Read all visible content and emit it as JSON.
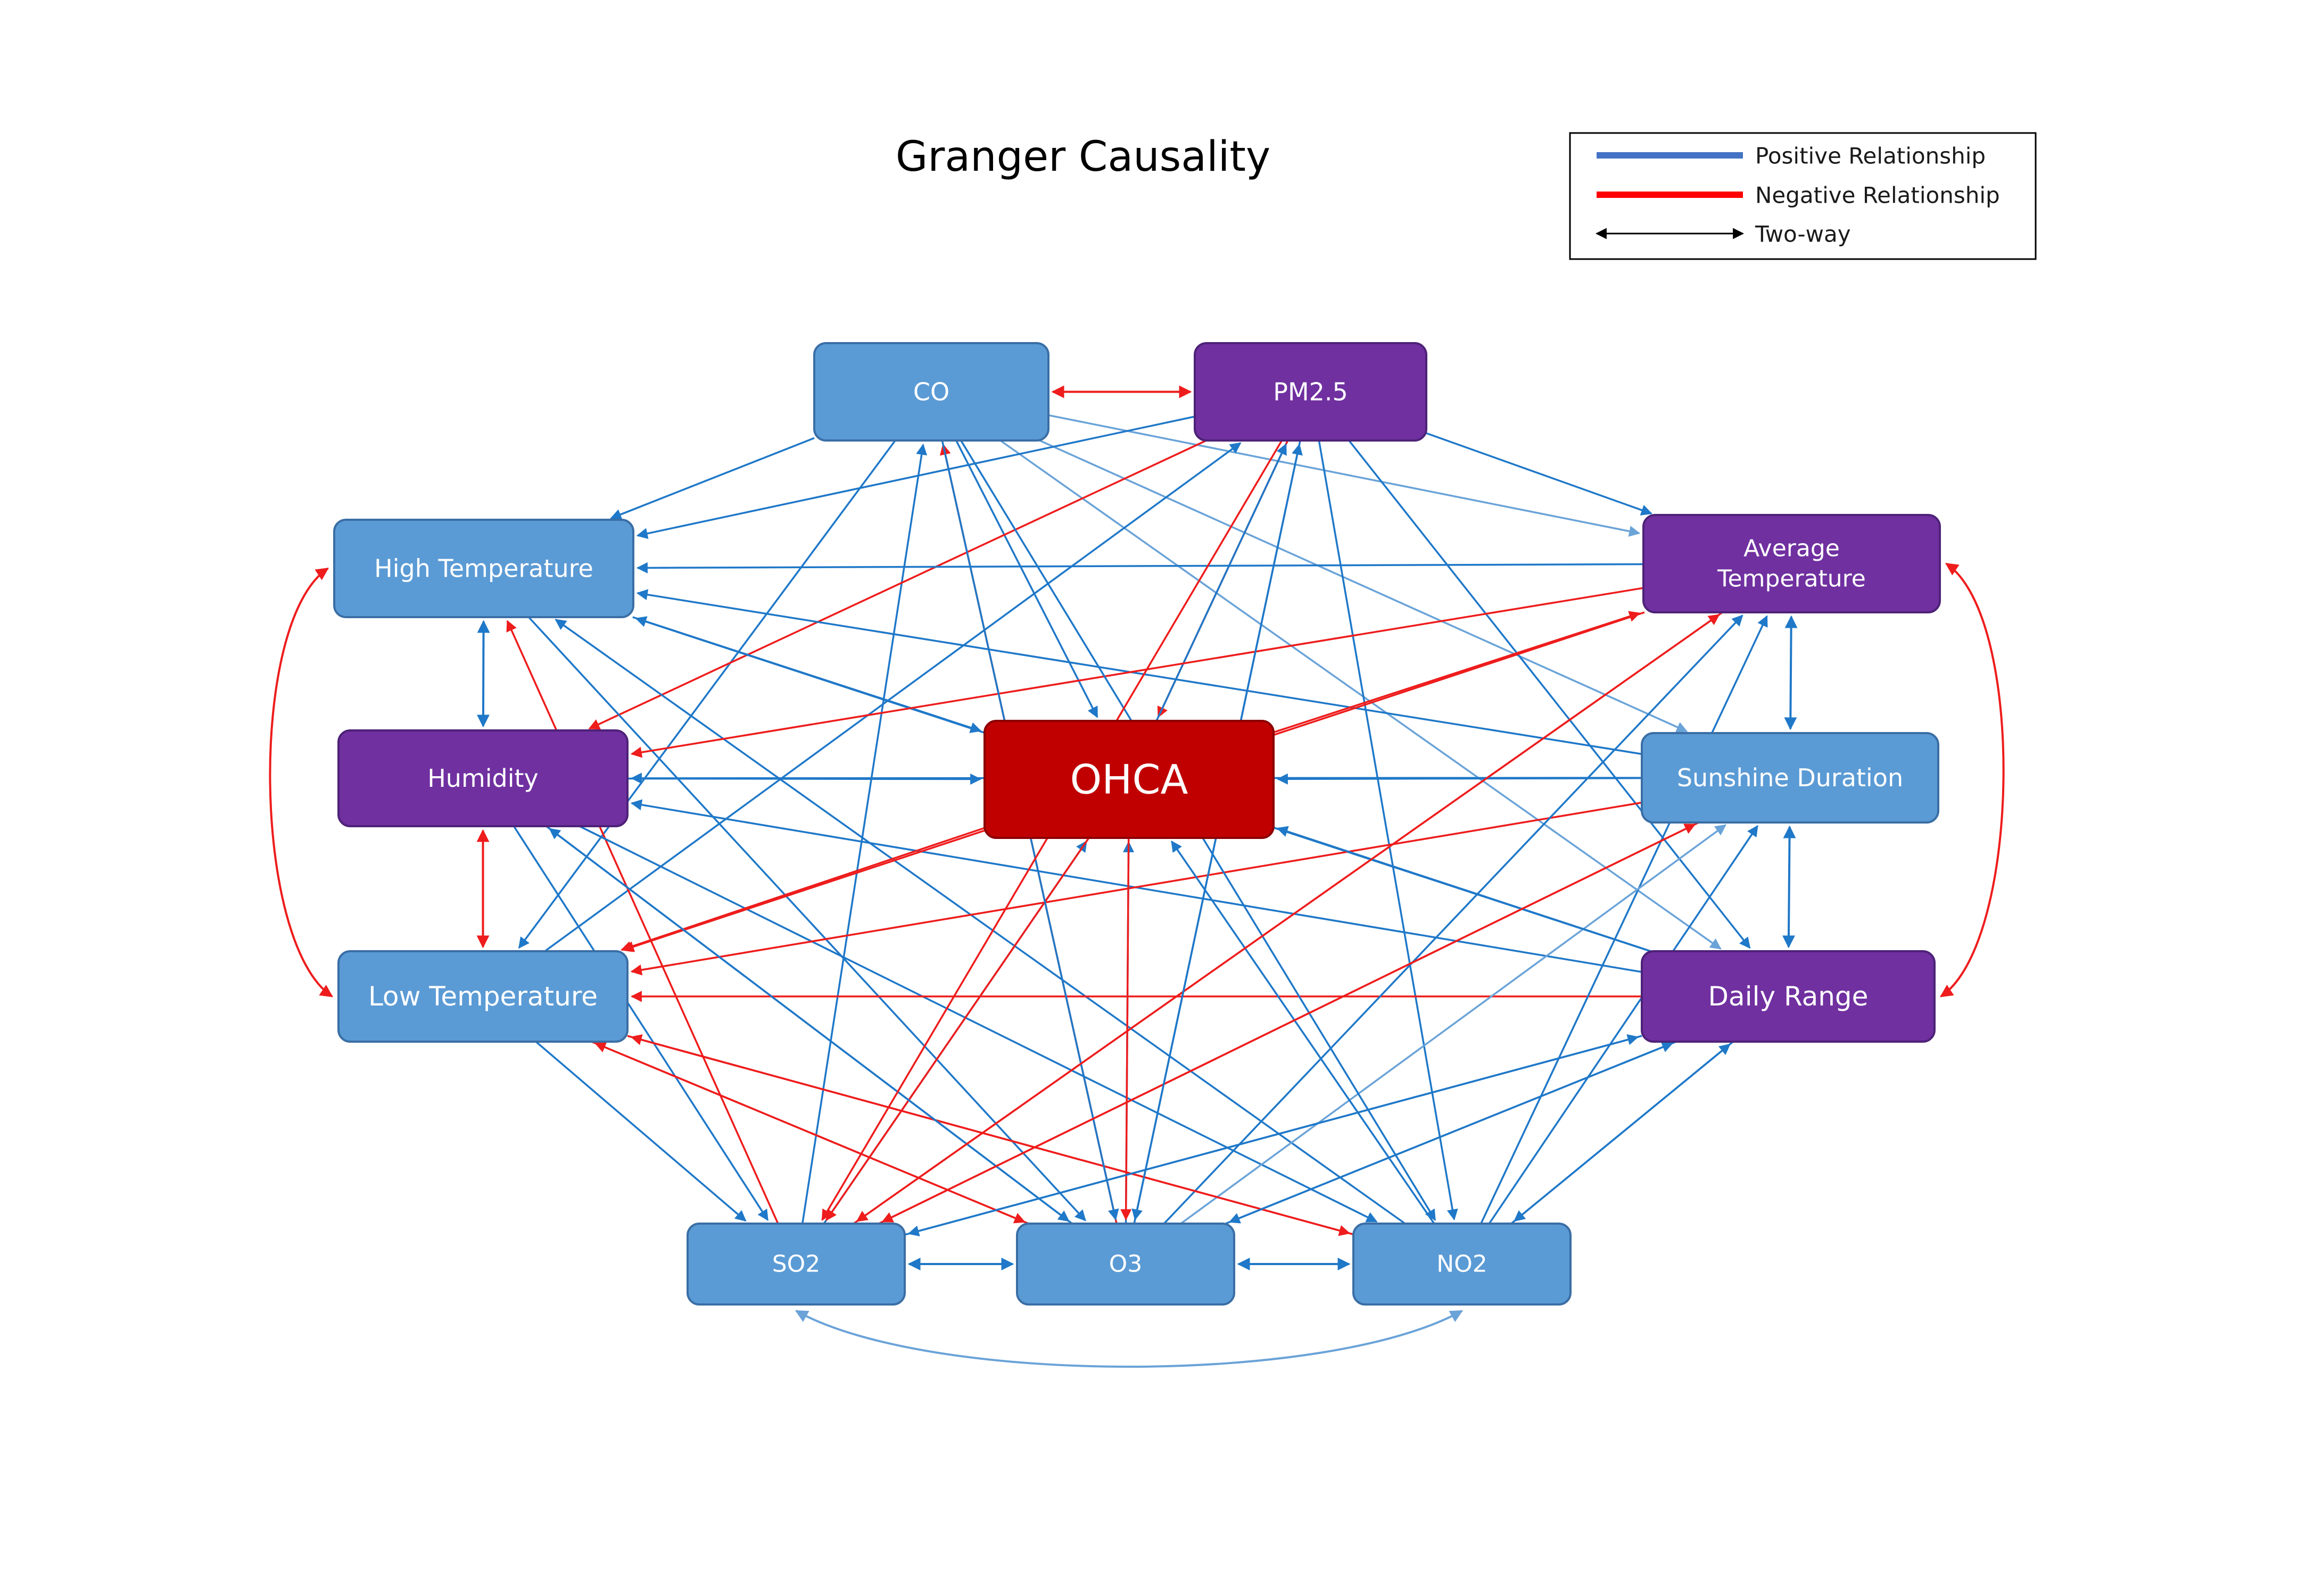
{
  "title": "Granger Causality",
  "colors": {
    "positive": "#1f78c8",
    "positive_light": "#6aa3d8",
    "negative": "#ee1c1c",
    "two_way": "#000000",
    "node_blue_fill": "#5b9bd5",
    "node_blue_stroke": "#3a6ea5",
    "node_purple_fill": "#7030a0",
    "node_purple_stroke": "#4e2278",
    "node_red_fill": "#c00000",
    "node_red_stroke": "#8b0000"
  },
  "legend": {
    "items": [
      {
        "label": "Positive Relationship",
        "style": "positive"
      },
      {
        "label": "Negative Relationship",
        "style": "negative"
      },
      {
        "label": "Two-way",
        "style": "two_way"
      }
    ]
  },
  "nodes": [
    {
      "id": "co",
      "lines": [
        "CO"
      ],
      "fill": "blue"
    },
    {
      "id": "pm25",
      "lines": [
        "PM2.5"
      ],
      "fill": "purple"
    },
    {
      "id": "hightemp",
      "lines": [
        "High Temperature"
      ],
      "fill": "blue"
    },
    {
      "id": "humidity",
      "lines": [
        "Humidity"
      ],
      "fill": "purple"
    },
    {
      "id": "lowtemp",
      "lines": [
        "Low Temperature"
      ],
      "fill": "blue"
    },
    {
      "id": "avgtemp",
      "lines": [
        "Average",
        "Temperature"
      ],
      "fill": "purple"
    },
    {
      "id": "sunshine",
      "lines": [
        "Sunshine Duration"
      ],
      "fill": "blue"
    },
    {
      "id": "dailyrange",
      "lines": [
        "Daily Range"
      ],
      "fill": "purple"
    },
    {
      "id": "ohca",
      "lines": [
        "OHCA"
      ],
      "fill": "red"
    },
    {
      "id": "so2",
      "lines": [
        "SO2"
      ],
      "fill": "blue"
    },
    {
      "id": "o3",
      "lines": [
        "O3"
      ],
      "fill": "blue"
    },
    {
      "id": "no2",
      "lines": [
        "NO2"
      ],
      "fill": "blue"
    }
  ],
  "edges": [
    {
      "from": "co",
      "to": "pm25",
      "sign": "negative",
      "two_way": true
    },
    {
      "from": "hightemp",
      "to": "humidity",
      "sign": "positive",
      "two_way": true
    },
    {
      "from": "humidity",
      "to": "lowtemp",
      "sign": "negative",
      "two_way": true
    },
    {
      "from": "avgtemp",
      "to": "sunshine",
      "sign": "positive",
      "two_way": true
    },
    {
      "from": "sunshine",
      "to": "dailyrange",
      "sign": "positive",
      "two_way": true
    },
    {
      "from": "so2",
      "to": "o3",
      "sign": "positive",
      "two_way": true
    },
    {
      "from": "o3",
      "to": "no2",
      "sign": "positive",
      "two_way": true
    },
    {
      "from": "hightemp",
      "to": "lowtemp",
      "sign": "negative",
      "two_way": true,
      "curve": "left"
    },
    {
      "from": "avgtemp",
      "to": "dailyrange",
      "sign": "negative",
      "two_way": true,
      "curve": "right"
    },
    {
      "from": "so2",
      "to": "no2",
      "sign": "positive_light",
      "two_way": true,
      "curve": "bottom"
    },
    {
      "from": "co",
      "to": "hightemp",
      "sign": "positive"
    },
    {
      "from": "co",
      "to": "lowtemp",
      "sign": "positive"
    },
    {
      "from": "co",
      "to": "avgtemp",
      "sign": "positive_light"
    },
    {
      "from": "co",
      "to": "sunshine",
      "sign": "positive_light"
    },
    {
      "from": "co",
      "to": "ohca",
      "sign": "positive"
    },
    {
      "from": "co",
      "to": "dailyrange",
      "sign": "positive_light"
    },
    {
      "from": "o3",
      "to": "co",
      "sign": "negative"
    },
    {
      "from": "so2",
      "to": "co",
      "sign": "positive"
    },
    {
      "from": "pm25",
      "to": "hightemp",
      "sign": "positive"
    },
    {
      "from": "pm25",
      "to": "humidity",
      "sign": "negative"
    },
    {
      "from": "pm25",
      "to": "ohca",
      "sign": "negative"
    },
    {
      "from": "pm25",
      "to": "avgtemp",
      "sign": "positive"
    },
    {
      "from": "pm25",
      "to": "dailyrange",
      "sign": "positive"
    },
    {
      "from": "pm25",
      "to": "no2",
      "sign": "positive"
    },
    {
      "from": "ohca",
      "to": "pm25",
      "sign": "positive"
    },
    {
      "from": "o3",
      "to": "pm25",
      "sign": "positive"
    },
    {
      "from": "lowtemp",
      "to": "pm25",
      "sign": "positive"
    },
    {
      "from": "avgtemp",
      "to": "hightemp",
      "sign": "positive"
    },
    {
      "from": "sunshine",
      "to": "hightemp",
      "sign": "positive"
    },
    {
      "from": "dailyrange",
      "to": "hightemp",
      "sign": "positive"
    },
    {
      "from": "hightemp",
      "to": "ohca",
      "sign": "positive"
    },
    {
      "from": "hightemp",
      "to": "o3",
      "sign": "positive"
    },
    {
      "from": "no2",
      "to": "hightemp",
      "sign": "positive"
    },
    {
      "from": "so2",
      "to": "hightemp",
      "sign": "negative"
    },
    {
      "from": "avgtemp",
      "to": "humidity",
      "sign": "negative"
    },
    {
      "from": "humidity",
      "to": "ohca",
      "sign": "positive"
    },
    {
      "from": "dailyrange",
      "to": "humidity",
      "sign": "positive"
    },
    {
      "from": "humidity",
      "to": "no2",
      "sign": "positive"
    },
    {
      "from": "humidity",
      "to": "so2",
      "sign": "positive"
    },
    {
      "from": "o3",
      "to": "humidity",
      "sign": "positive"
    },
    {
      "from": "sunshine",
      "to": "humidity",
      "sign": "positive"
    },
    {
      "from": "avgtemp",
      "to": "lowtemp",
      "sign": "negative"
    },
    {
      "from": "sunshine",
      "to": "lowtemp",
      "sign": "negative"
    },
    {
      "from": "dailyrange",
      "to": "lowtemp",
      "sign": "negative"
    },
    {
      "from": "ohca",
      "to": "lowtemp",
      "sign": "negative"
    },
    {
      "from": "no2",
      "to": "lowtemp",
      "sign": "negative"
    },
    {
      "from": "o3",
      "to": "lowtemp",
      "sign": "negative"
    },
    {
      "from": "lowtemp",
      "to": "so2",
      "sign": "positive"
    },
    {
      "from": "ohca",
      "to": "avgtemp",
      "sign": "negative"
    },
    {
      "from": "so2",
      "to": "avgtemp",
      "sign": "negative"
    },
    {
      "from": "o3",
      "to": "avgtemp",
      "sign": "positive"
    },
    {
      "from": "no2",
      "to": "avgtemp",
      "sign": "positive"
    },
    {
      "from": "sunshine",
      "to": "ohca",
      "sign": "positive"
    },
    {
      "from": "so2",
      "to": "sunshine",
      "sign": "negative"
    },
    {
      "from": "o3",
      "to": "sunshine",
      "sign": "positive_light"
    },
    {
      "from": "no2",
      "to": "sunshine",
      "sign": "positive"
    },
    {
      "from": "dailyrange",
      "to": "ohca",
      "sign": "positive"
    },
    {
      "from": "so2",
      "to": "dailyrange",
      "sign": "positive"
    },
    {
      "from": "o3",
      "to": "dailyrange",
      "sign": "positive"
    },
    {
      "from": "no2",
      "to": "dailyrange",
      "sign": "positive"
    },
    {
      "from": "so2",
      "to": "ohca",
      "sign": "positive"
    },
    {
      "from": "o3",
      "to": "ohca",
      "sign": "positive"
    },
    {
      "from": "no2",
      "to": "ohca",
      "sign": "positive"
    },
    {
      "from": "ohca",
      "to": "so2",
      "sign": "negative"
    },
    {
      "from": "ohca",
      "to": "o3",
      "sign": "negative"
    },
    {
      "from": "lowtemp",
      "to": "o3",
      "sign": "negative"
    },
    {
      "from": "lowtemp",
      "to": "no2",
      "sign": "negative"
    },
    {
      "from": "humidity",
      "to": "o3",
      "sign": "positive"
    },
    {
      "from": "co",
      "to": "no2",
      "sign": "positive"
    },
    {
      "from": "co",
      "to": "o3",
      "sign": "positive"
    },
    {
      "from": "avgtemp",
      "to": "so2",
      "sign": "negative"
    },
    {
      "from": "sunshine",
      "to": "so2",
      "sign": "negative"
    },
    {
      "from": "dailyrange",
      "to": "so2",
      "sign": "positive"
    },
    {
      "from": "dailyrange",
      "to": "o3",
      "sign": "positive"
    },
    {
      "from": "dailyrange",
      "to": "no2",
      "sign": "positive"
    },
    {
      "from": "pm25",
      "to": "so2",
      "sign": "negative"
    },
    {
      "from": "pm25",
      "to": "o3",
      "sign": "positive"
    }
  ]
}
